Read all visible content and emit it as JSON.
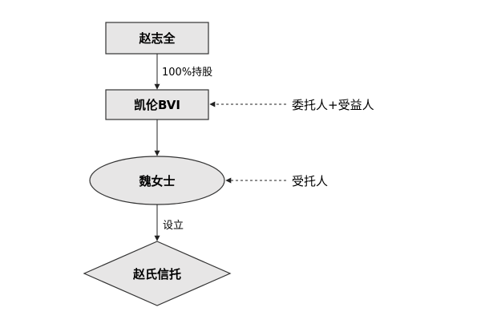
{
  "colors": {
    "node_fill": "#e7e6e6",
    "stroke": "#333333",
    "arrow": "#222222",
    "text": "#000000",
    "background": "#ffffff"
  },
  "nodes": {
    "zhao_zhiquan": "赵志全",
    "kailun_bvi": "凯伦BVI",
    "ms_wei": "魏女士",
    "zhao_trust": "赵氏信托"
  },
  "edges": {
    "holding": "100%持股",
    "establish": "设立"
  },
  "side_labels": {
    "settlor_beneficiary": "委托人+受益人",
    "trustee": "受托人"
  }
}
